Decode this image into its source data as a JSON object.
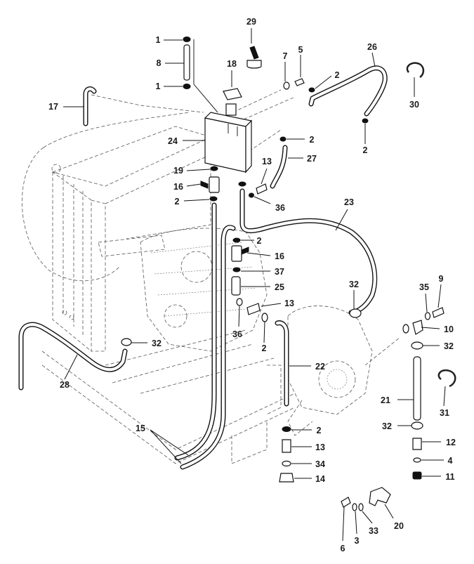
{
  "labels": [
    {
      "id": "l1a",
      "text": "1"
    },
    {
      "id": "l8",
      "text": "8"
    },
    {
      "id": "l1b",
      "text": "1"
    },
    {
      "id": "l29",
      "text": "29"
    },
    {
      "id": "l7",
      "text": "7"
    },
    {
      "id": "l5",
      "text": "5"
    },
    {
      "id": "l26",
      "text": "26"
    },
    {
      "id": "l18",
      "text": "18"
    },
    {
      "id": "l2a",
      "text": "2"
    },
    {
      "id": "l30",
      "text": "30"
    },
    {
      "id": "l17",
      "text": "17"
    },
    {
      "id": "l2b",
      "text": "2"
    },
    {
      "id": "l24",
      "text": "24"
    },
    {
      "id": "l2c",
      "text": "2"
    },
    {
      "id": "l27",
      "text": "27"
    },
    {
      "id": "l19",
      "text": "19"
    },
    {
      "id": "l13a",
      "text": "13"
    },
    {
      "id": "l16a",
      "text": "16"
    },
    {
      "id": "l2d",
      "text": "2"
    },
    {
      "id": "l36a",
      "text": "36"
    },
    {
      "id": "l23",
      "text": "23"
    },
    {
      "id": "l2e",
      "text": "2"
    },
    {
      "id": "l16b",
      "text": "16"
    },
    {
      "id": "l37",
      "text": "37"
    },
    {
      "id": "l25",
      "text": "25"
    },
    {
      "id": "l32a",
      "text": "32"
    },
    {
      "id": "l35",
      "text": "35"
    },
    {
      "id": "l9",
      "text": "9"
    },
    {
      "id": "l13b",
      "text": "13"
    },
    {
      "id": "l10",
      "text": "10"
    },
    {
      "id": "l36b",
      "text": "36"
    },
    {
      "id": "l32b",
      "text": "32"
    },
    {
      "id": "l2f",
      "text": "2"
    },
    {
      "id": "l32c",
      "text": "32"
    },
    {
      "id": "l22",
      "text": "22"
    },
    {
      "id": "l28",
      "text": "28"
    },
    {
      "id": "l21",
      "text": "21"
    },
    {
      "id": "l31",
      "text": "31"
    },
    {
      "id": "l15",
      "text": "15"
    },
    {
      "id": "l32d",
      "text": "32"
    },
    {
      "id": "l2g",
      "text": "2"
    },
    {
      "id": "l13c",
      "text": "13"
    },
    {
      "id": "l12",
      "text": "12"
    },
    {
      "id": "l34",
      "text": "34"
    },
    {
      "id": "l4",
      "text": "4"
    },
    {
      "id": "l14",
      "text": "14"
    },
    {
      "id": "l11",
      "text": "11"
    },
    {
      "id": "l20",
      "text": "20"
    },
    {
      "id": "l33",
      "text": "33"
    },
    {
      "id": "l6",
      "text": "6"
    },
    {
      "id": "l3",
      "text": "3"
    }
  ]
}
